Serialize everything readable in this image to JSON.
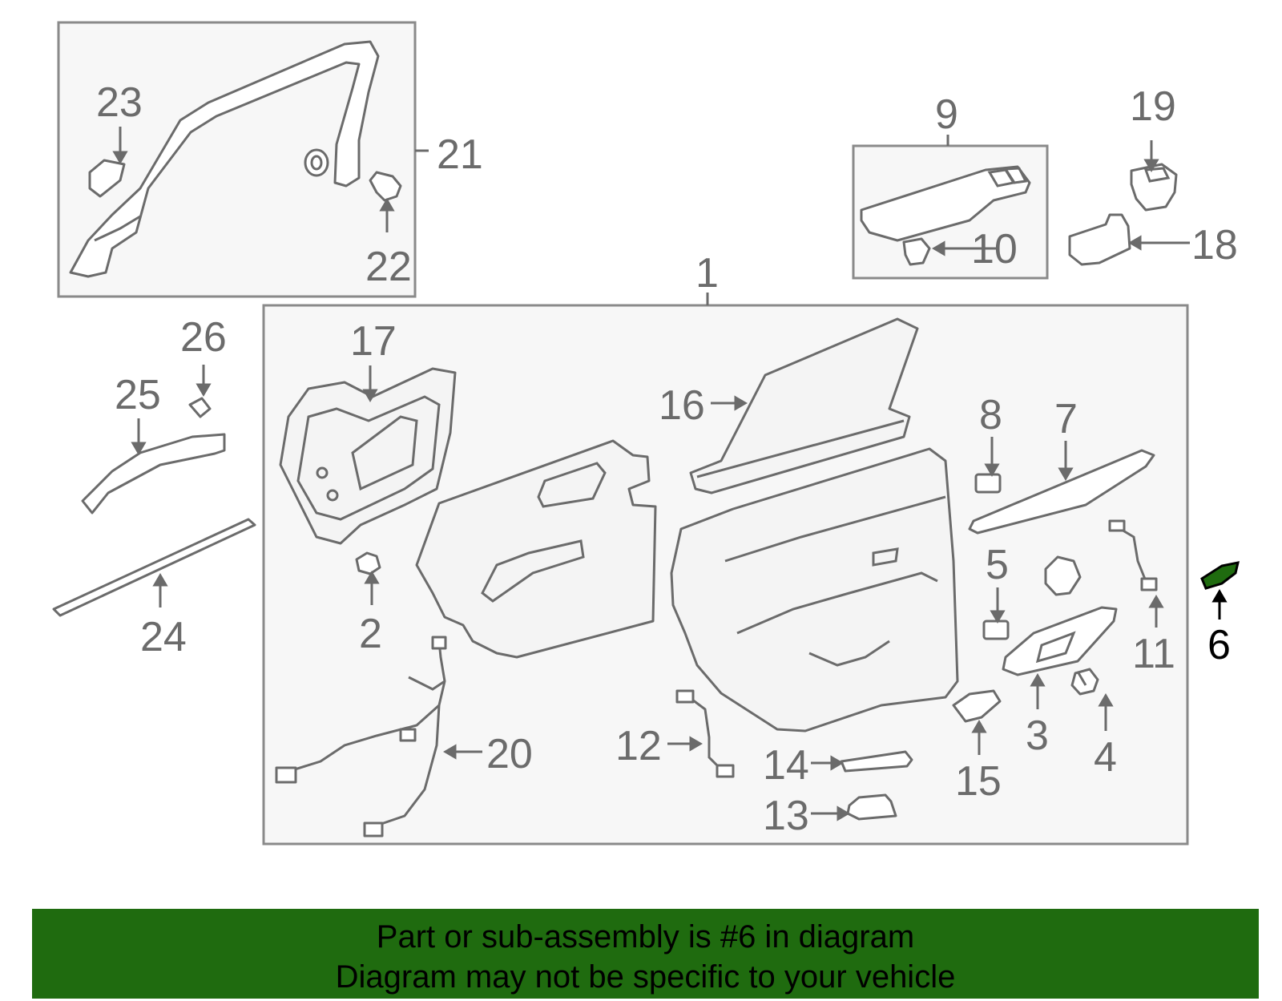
{
  "diagram": {
    "callouts": [
      "1",
      "2",
      "3",
      "4",
      "5",
      "6",
      "7",
      "8",
      "9",
      "10",
      "11",
      "12",
      "13",
      "14",
      "15",
      "16",
      "17",
      "18",
      "19",
      "20",
      "21",
      "22",
      "23",
      "24",
      "25",
      "26"
    ],
    "highlighted_part": "6",
    "highlight_color": "#1f6b0f",
    "line_color": "#6b6b6b"
  },
  "banner": {
    "line1": "Part or sub-assembly is #6 in diagram",
    "line2": "Diagram may not be specific to your vehicle",
    "background": "#1f6b0f"
  }
}
